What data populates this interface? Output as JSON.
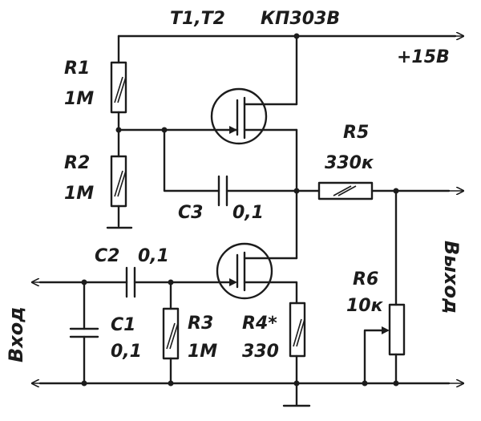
{
  "diagram": {
    "header": {
      "transistors": "T1,T2",
      "part": "КП303В"
    },
    "supply": "+15В",
    "components": {
      "R1": {
        "name": "R1",
        "value": "1М"
      },
      "R2": {
        "name": "R2",
        "value": "1М"
      },
      "R3": {
        "name": "R3",
        "value": "1М"
      },
      "R4": {
        "name": "R4*",
        "value": "330"
      },
      "R5": {
        "name": "R5",
        "value": "330к"
      },
      "R6": {
        "name": "R6",
        "value": "10к"
      },
      "C1": {
        "name": "C1",
        "value": "0,1"
      },
      "C2": {
        "name": "C2",
        "value": "0,1"
      },
      "C3": {
        "name": "C3",
        "value": "0,1"
      }
    },
    "input_label": "Вход",
    "output_label": "Выход"
  }
}
